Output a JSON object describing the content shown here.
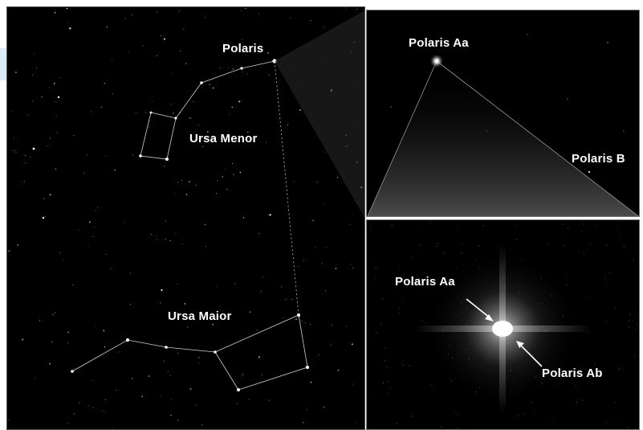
{
  "labels": {
    "polaris": "Polaris",
    "ursa_menor": "Ursa Menor",
    "ursa_maior": "Ursa Maior",
    "zoom_polaris_aa": "Polaris Aa",
    "zoom_polaris_b": "Polaris B",
    "close_polaris_aa": "Polaris Aa",
    "close_polaris_ab": "Polaris Ab"
  },
  "colors": {
    "sky": "#000000",
    "star": "#ffffff",
    "line": "#cfcfcf",
    "frame": "#777777"
  }
}
